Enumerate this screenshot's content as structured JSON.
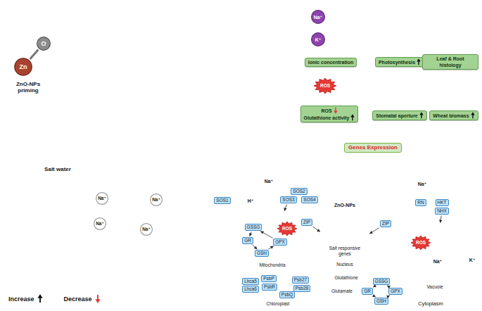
{
  "diagram": {
    "nodes": [
      {
        "text": [
          "Zn"
        ]
      },
      {
        "text": [
          "O"
        ]
      },
      {
        "text": [
          "Na⁺"
        ]
      },
      {
        "text": [
          "Na⁺"
        ]
      },
      {
        "text": [
          "Na⁺"
        ]
      },
      {
        "text": [
          "Na⁺"
        ]
      },
      {
        "text": [
          "Na⁺"
        ]
      },
      {
        "text": [
          "K⁺"
        ]
      },
      {
        "text": [
          "Ionic concentration"
        ]
      },
      {
        "text": [
          "Photosynthesis"
        ]
      },
      {
        "text": [
          "Leaf & Root histology"
        ]
      },
      {
        "text": [
          "ROS"
        ]
      },
      {
        "text": [
          "ROS",
          "Glutathione activity"
        ]
      },
      {
        "text": [
          "Stomatal aperture"
        ]
      },
      {
        "text": [
          "Wheat biomass"
        ]
      },
      {
        "text": [
          "Cytoplasm"
        ]
      },
      {
        "text": [
          "Genes Expression"
        ],
        "in": 15
      },
      {
        "text": [
          "SOS1"
        ],
        "in": 15
      },
      {
        "text": [
          "SOS2"
        ],
        "in": 15
      },
      {
        "text": [
          "SOS3"
        ],
        "in": 15
      },
      {
        "text": [
          "SOS4"
        ],
        "in": 15
      },
      {
        "text": [
          "ZIP"
        ],
        "in": 15
      },
      {
        "text": [
          "ZIP"
        ],
        "in": 15
      },
      {
        "text": [
          "RN"
        ],
        "in": 15
      },
      {
        "text": [
          "HKT"
        ],
        "in": 15
      },
      {
        "text": [
          "NHX"
        ],
        "in": 15
      },
      {
        "text": [
          "Mitochondria"
        ],
        "in": 15
      },
      {
        "text": [
          "GSSG"
        ],
        "in": 26
      },
      {
        "text": [
          "ROS"
        ],
        "in": 26
      },
      {
        "text": [
          "GR"
        ],
        "in": 26
      },
      {
        "text": [
          "GPX"
        ],
        "in": 26
      },
      {
        "text": [
          "GSH"
        ],
        "in": 26
      },
      {
        "text": [
          "Salt responsive genes",
          "Nucleus"
        ],
        "in": 15
      },
      {
        "text": [
          "Vacuole"
        ],
        "in": 15
      },
      {
        "text": [
          "ROS"
        ],
        "in": 33
      },
      {
        "text": [
          "Chloroplast"
        ],
        "in": 15
      },
      {
        "text": [
          "Lhca5"
        ],
        "in": 35
      },
      {
        "text": [
          "Lhca6"
        ],
        "in": 35
      },
      {
        "text": [
          "PsbP"
        ],
        "in": 35
      },
      {
        "text": [
          "PsbR"
        ],
        "in": 35
      },
      {
        "text": [
          "PsbQ"
        ],
        "in": 35
      },
      {
        "text": [
          "Psb27"
        ],
        "in": 35
      },
      {
        "text": [
          "Psb28"
        ],
        "in": 35
      },
      {
        "text": [
          "GSSG"
        ],
        "in": 15
      },
      {
        "text": [
          "GR"
        ],
        "in": 15
      },
      {
        "text": [
          "GPX"
        ],
        "in": 15
      },
      {
        "text": [
          "GSH"
        ],
        "in": 15
      }
    ],
    "edges": [
      {
        "from": 0,
        "to": 1,
        "arrow": "none"
      },
      {
        "from": 27,
        "to": 29,
        "arrow": "to"
      },
      {
        "from": 29,
        "to": 31,
        "arrow": "to"
      },
      {
        "from": 31,
        "to": 30,
        "arrow": "to"
      },
      {
        "from": 30,
        "to": 27,
        "arrow": "to"
      },
      {
        "from": 43,
        "to": 44,
        "arrow": "to"
      },
      {
        "from": 44,
        "to": 46,
        "arrow": "to"
      },
      {
        "from": 46,
        "to": 45,
        "arrow": "to"
      },
      {
        "from": 45,
        "to": 43,
        "arrow": "to"
      },
      {
        "from": 19,
        "to": 26,
        "arrow": "to"
      },
      {
        "from": 21,
        "to": 32,
        "arrow": "to"
      },
      {
        "from": 22,
        "to": 32,
        "arrow": "to"
      },
      {
        "from": 25,
        "to": 33,
        "arrow": "to"
      }
    ],
    "labels": [
      "ZnO-NPs priming",
      "Salt water",
      "Na⁺",
      "H⁺",
      "ZnO-NPs",
      "Na⁺",
      "Glutathione",
      "Glutamate",
      "Na⁺",
      "K⁺"
    ],
    "legend": [
      {
        "text": "Increase"
      },
      {
        "text": "Decrease"
      }
    ]
  }
}
